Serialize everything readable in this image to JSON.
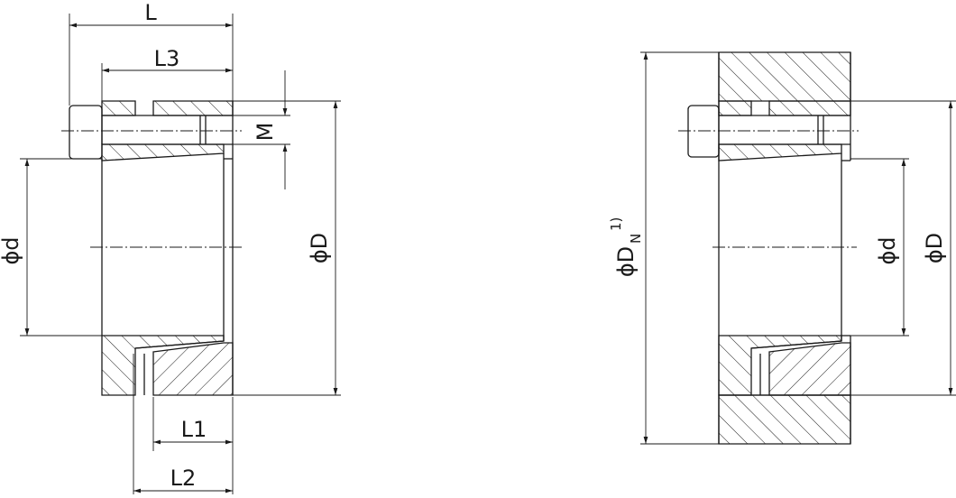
{
  "labels": {
    "L": "L",
    "L3": "L3",
    "M": "M",
    "L1": "L1",
    "L2": "L2",
    "phi_d_left": "ϕd",
    "phi_D_left": "ϕD",
    "phi_DN_main": "ϕD",
    "phi_DN_sub": "N",
    "phi_DN_note": "1)",
    "phi_d_right": "ϕd",
    "phi_D_right": "ϕD"
  },
  "colors": {
    "line": "#1a1a1a",
    "background": "#ffffff"
  }
}
